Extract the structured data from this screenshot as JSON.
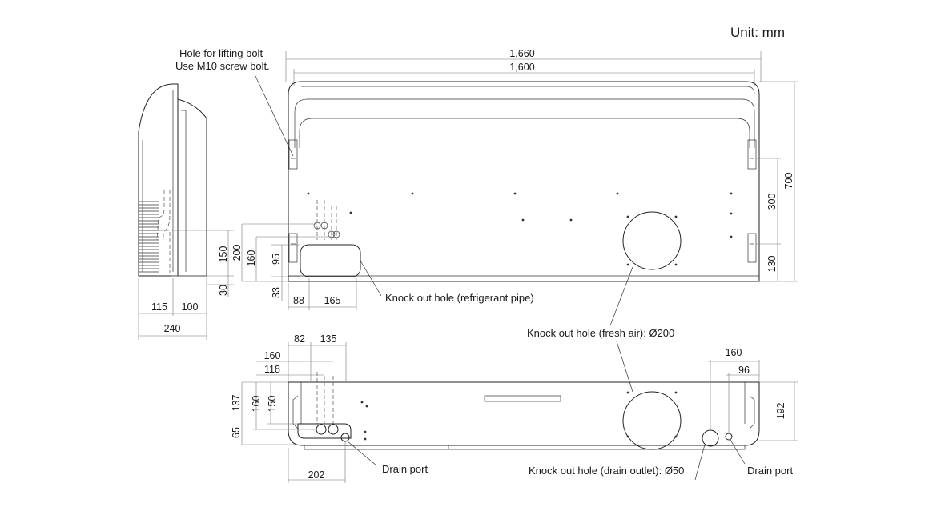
{
  "unit_label": "Unit: mm",
  "callouts": {
    "lifting_bolt_line1": "Hole for lifting bolt",
    "lifting_bolt_line2": "Use M10 screw bolt.",
    "knockout_refrigerant": "Knock out hole (refrigerant pipe)",
    "knockout_fresh_air": "Knock out hole (fresh air): Ø200",
    "drain_port_left": "Drain port",
    "knockout_drain_outlet": "Knock out hole (drain outlet): Ø50",
    "drain_port_right": "Drain port"
  },
  "dimensions": {
    "front_width_overall": "1,660",
    "front_width_body": "1,600",
    "front_height": "700",
    "front_slot_spacing": "300",
    "front_slot_bottom": "130",
    "front_pipe_height": "200",
    "front_pipe_160": "160",
    "front_pipe_95": "95",
    "front_pipe_33": "33",
    "front_pipe_88": "88",
    "front_pipe_165": "165",
    "side_150": "150",
    "side_30": "30",
    "side_115": "115",
    "side_100": "100",
    "side_depth": "240",
    "bottom_82": "82",
    "bottom_135": "135",
    "bottom_160": "160",
    "bottom_118": "118",
    "bottom_137": "137",
    "bottom_160_v": "160",
    "bottom_150_v": "150",
    "bottom_65": "65",
    "bottom_202": "202",
    "bottom_right_160": "160",
    "bottom_right_96": "96",
    "bottom_right_192": "192"
  }
}
